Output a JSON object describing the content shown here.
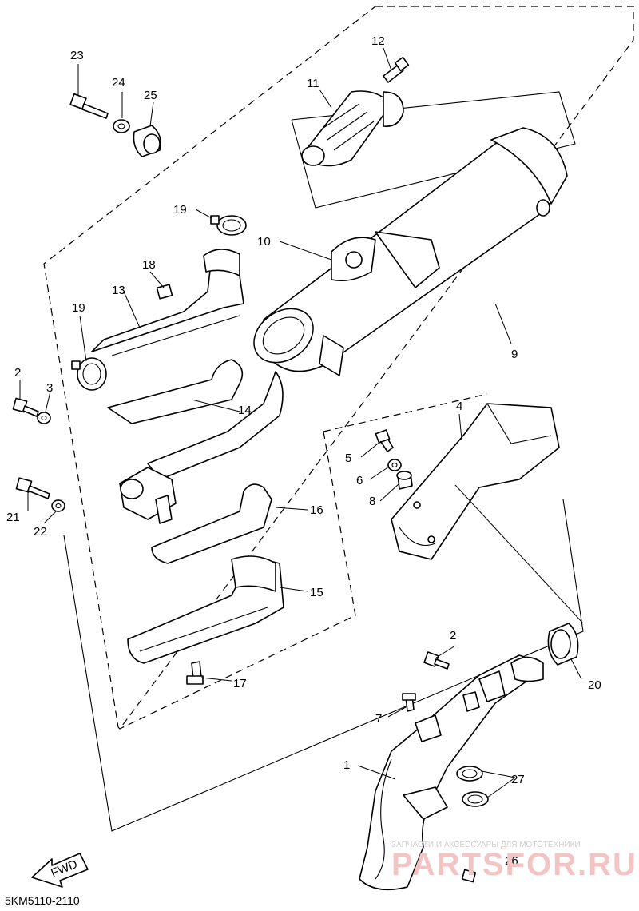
{
  "diagram": {
    "code": "5KM5110-2110",
    "fwd_label": "FWD",
    "watermark_small": "ЗАПЧАСТИ И АКСЕССУАРЫ ДЛЯ МОТОТЕХНИКИ",
    "watermark_large": "PARTSFOR.RU"
  },
  "callouts": [
    "1",
    "2",
    "2",
    "3",
    "4",
    "5",
    "6",
    "7",
    "8",
    "9",
    "10",
    "11",
    "12",
    "13",
    "14",
    "15",
    "16",
    "17",
    "18",
    "19",
    "19",
    "20",
    "21",
    "22",
    "23",
    "24",
    "25",
    "26",
    "27"
  ]
}
